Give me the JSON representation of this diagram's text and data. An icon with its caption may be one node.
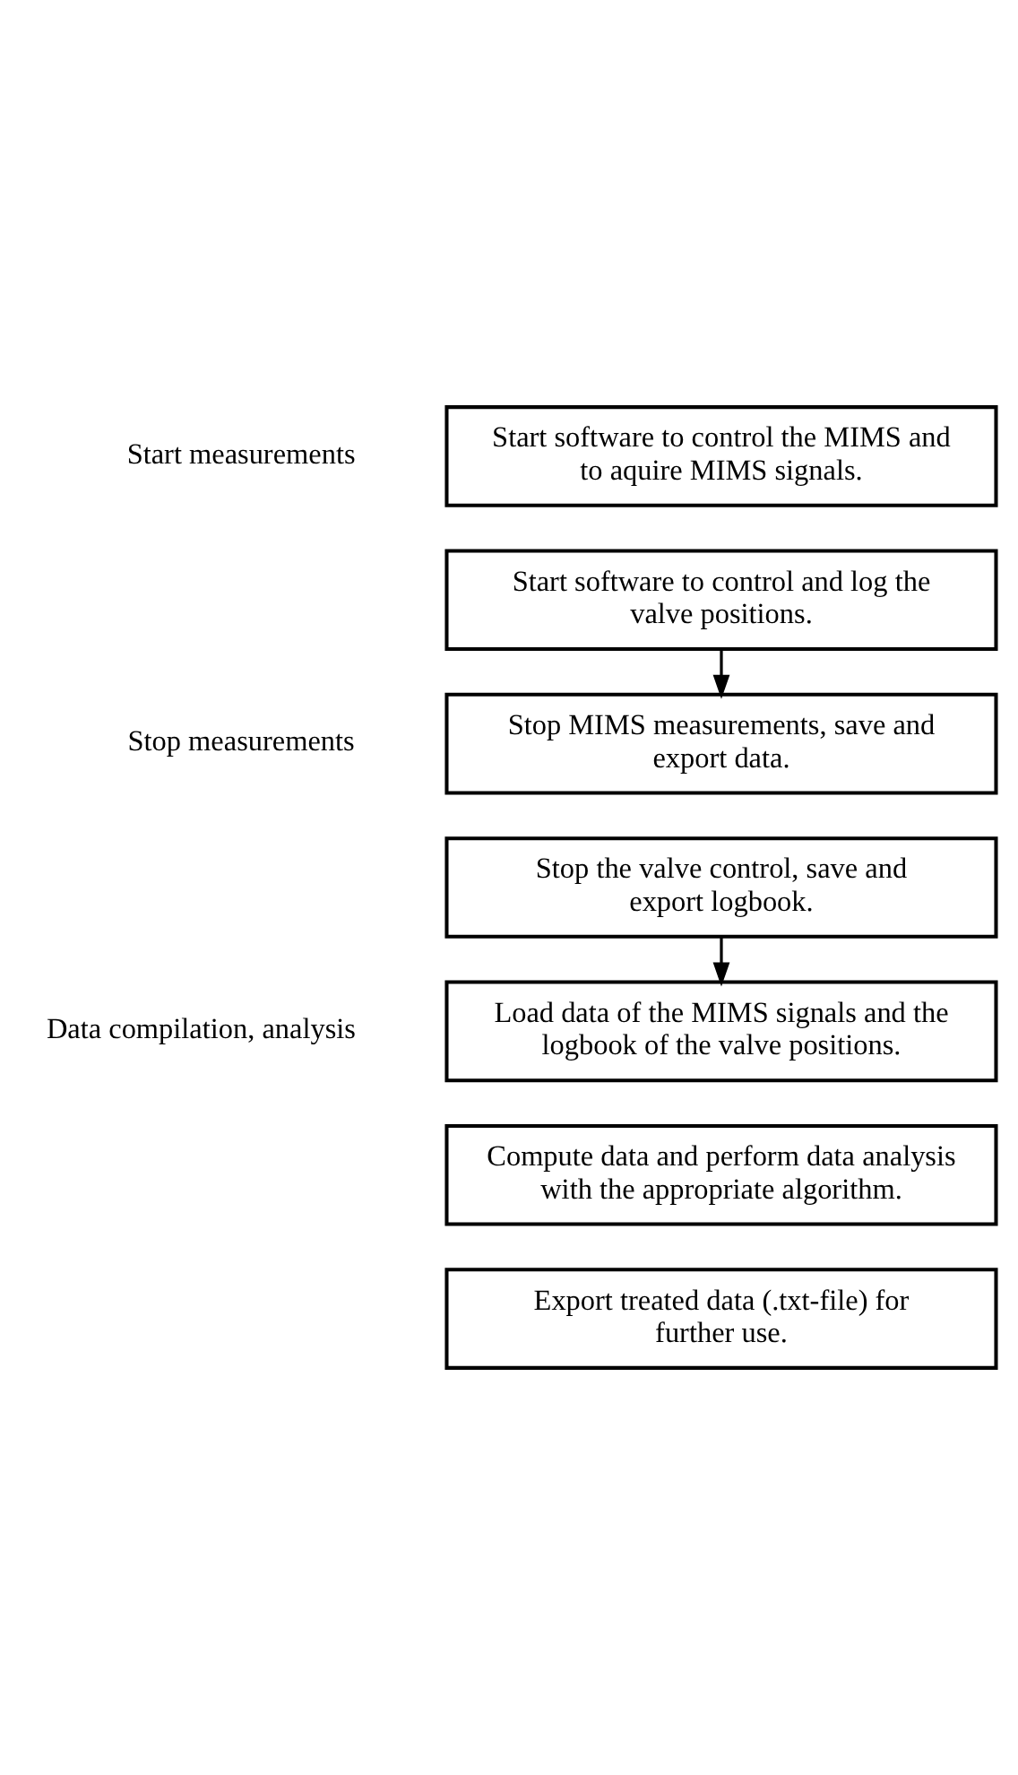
{
  "diagram": {
    "nodes": [
      {
        "text": [
          "Start software to control the MIMS and to aquire MIMS signals."
        ]
      },
      {
        "text": [
          "Start software to control and log the valve positions."
        ]
      },
      {
        "text": [
          "Stop MIMS measurements, save and export data."
        ]
      },
      {
        "text": [
          "Stop the valve control, save and export logbook."
        ]
      },
      {
        "text": [
          "Load data of the MIMS signals and the logbook of the valve positions."
        ]
      },
      {
        "text": [
          "Compute data and perform data analysis with the appropriate algorithm."
        ]
      },
      {
        "text": [
          "Export treated data (.txt-file) for further use."
        ]
      }
    ],
    "edges": [
      {
        "from": 1,
        "to": 2,
        "arrow": "to"
      },
      {
        "from": 3,
        "to": 4,
        "arrow": "to"
      }
    ],
    "labels": [
      "Start measurements",
      "Stop measurements",
      "Data compilation, analysis"
    ]
  }
}
